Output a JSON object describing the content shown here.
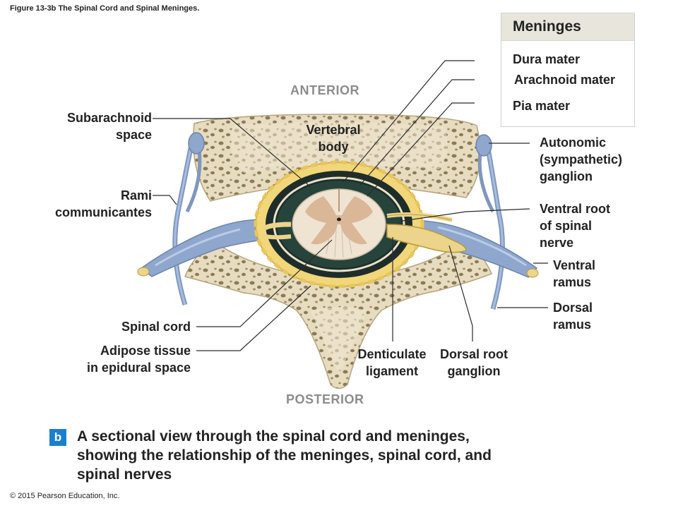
{
  "figure_title": "Figure 13-3b The Spinal Cord and Spinal Meninges.",
  "orientation": {
    "anterior": "ANTERIOR",
    "posterior": "POSTERIOR"
  },
  "legend": {
    "title": "Meninges",
    "items": [
      "Dura mater",
      "Arachnoid mater",
      "Pia mater"
    ]
  },
  "labels": {
    "subarachnoid_space": "Subarachnoid\nspace",
    "vertebral_body": "Vertebral\nbody",
    "rami_communicantes": "Rami\ncommunicantes",
    "autonomic_ganglion": "Autonomic\n(sympathetic)\nganglion",
    "ventral_root": "Ventral root\nof spinal\nnerve",
    "ventral_ramus": "Ventral\nramus",
    "dorsal_ramus": "Dorsal\nramus",
    "spinal_cord": "Spinal cord",
    "adipose_tissue": "Adipose tissue\nin epidural space",
    "denticulate_ligament": "Denticulate\nligament",
    "dorsal_root_ganglion": "Dorsal root\nganglion"
  },
  "caption": {
    "badge": "b",
    "text": "A sectional view through the spinal cord and meninges, showing the relationship of the meninges, spinal cord, and spinal nerves"
  },
  "copyright": "© 2015 Pearson Education, Inc.",
  "colors": {
    "bone": "#e7dcc0",
    "bone_pore": "#8a7a55",
    "dura": "#1f2d2a",
    "arachnoid": "#e9e2c8",
    "nerve": "#8fa7cc",
    "ganglion": "#ecd48a",
    "fat": "#f1d77a",
    "cord_white": "#efe3d2",
    "cord_gray": "#d8b493",
    "badge": "#1a7fd0"
  }
}
